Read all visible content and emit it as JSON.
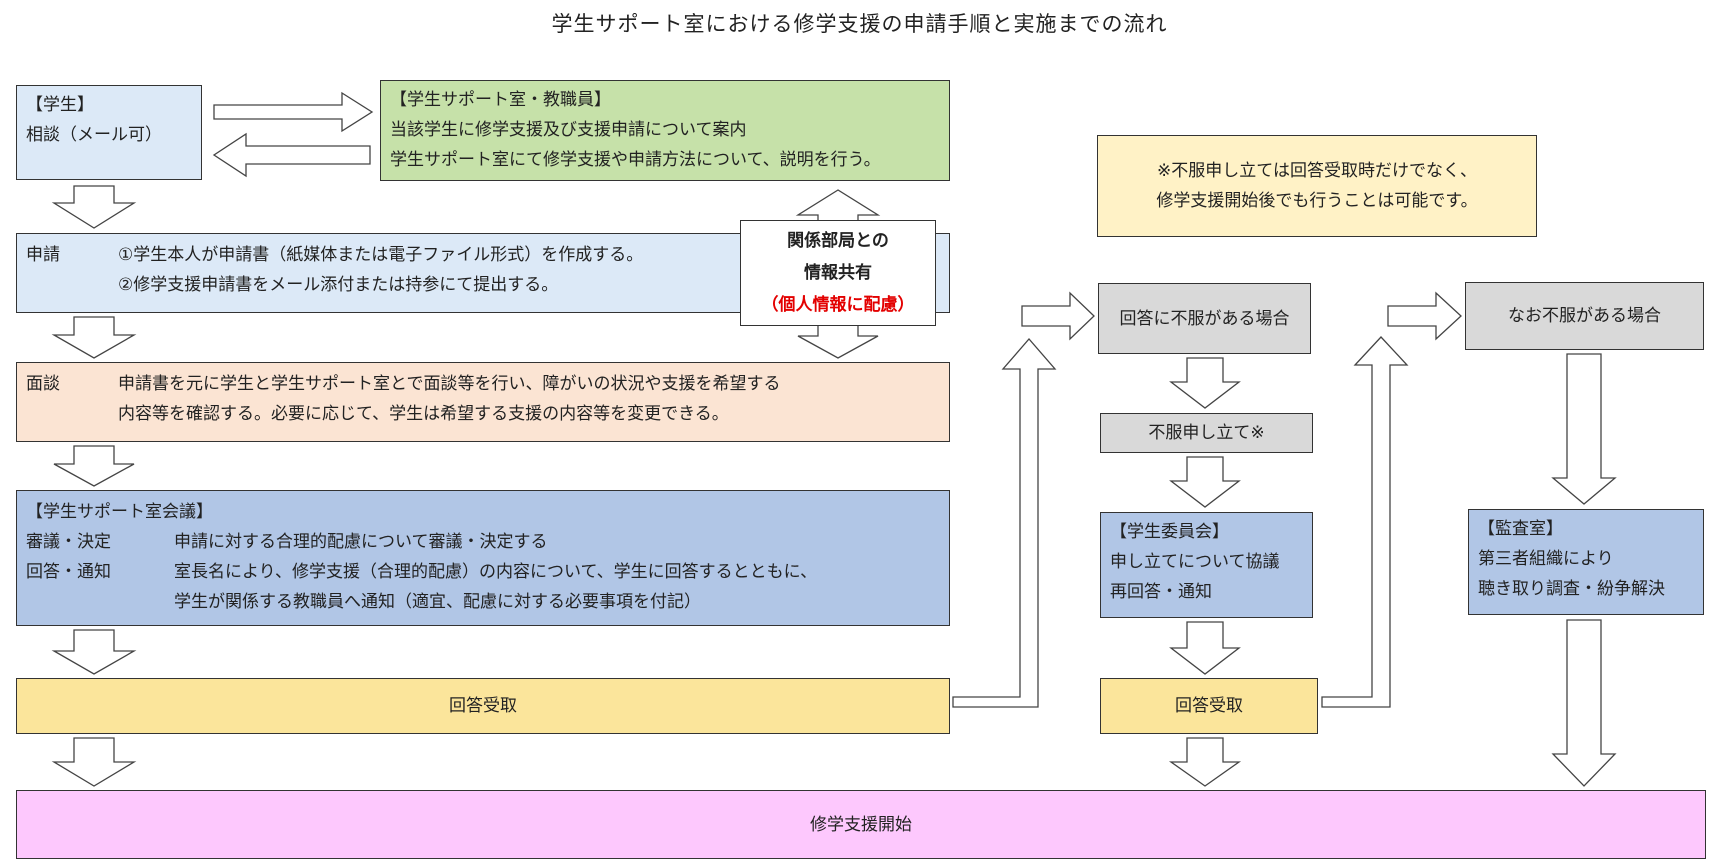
{
  "title": "学生サポート室における修学支援の申請手順と実施までの流れ",
  "student": {
    "header": "【学生】",
    "line": "相談（メール可）"
  },
  "support_staff": {
    "header": "【学生サポート室・教職員】",
    "line1": "当該学生に修学支援及び支援申請について案内",
    "line2": "学生サポート室にて修学支援や申請方法について、説明を行う。"
  },
  "application": {
    "label": "申請",
    "line1": "①学生本人が申請書（紙媒体または電子ファイル形式）を作成する。",
    "line2": "②修学支援申請書をメール添付または持参にて提出する。"
  },
  "info_share": {
    "line1": "関係部局との",
    "line2": "情報共有",
    "open": "（",
    "red": "個人情報に配慮",
    "close": "）"
  },
  "interview": {
    "label": "面談",
    "line1": "申請書を元に学生と学生サポート室とで面談等を行い、障がいの状況や支援を希望する",
    "line2": "内容等を確認する。必要に応じて、学生は希望する支援の内容等を変更できる。"
  },
  "meeting": {
    "header": "【学生サポート室会議】",
    "label1": "審議・決定",
    "text1": "申請に対する合理的配慮について審議・決定する",
    "label2": "回答・通知",
    "text2": "室長名により、修学支援（合理的配慮）の内容について、学生に回答するとともに、",
    "text3": "学生が関係する教職員へ通知（適宜、配慮に対する必要事項を付記）"
  },
  "receipt1": "回答受取",
  "note": {
    "line1": "※不服申し立ては回答受取時だけでなく、",
    "line2": "修学支援開始後でも行うことは可能です。"
  },
  "dissatisfied": "回答に不服がある場合",
  "objection": "不服申し立て※",
  "committee": {
    "header": "【学生委員会】",
    "line1": "申し立てについて協議",
    "line2": "再回答・通知"
  },
  "receipt2": "回答受取",
  "still_dissatisfied": "なお不服がある場合",
  "audit": {
    "header": "【監査室】",
    "line1": "第三者組織により",
    "line2": "聴き取り調査・紛争解決"
  },
  "start": "修学支援開始",
  "colors": {
    "student": "#dce9f7",
    "staff": "#c6e1a9",
    "interview": "#fbe4d3",
    "meeting": "#b1c6e6",
    "receipt": "#fbe59b",
    "note": "#fff2c6",
    "gray": "#d9d9d9",
    "start": "#fdc8fd",
    "emphasis": "#e30000"
  }
}
